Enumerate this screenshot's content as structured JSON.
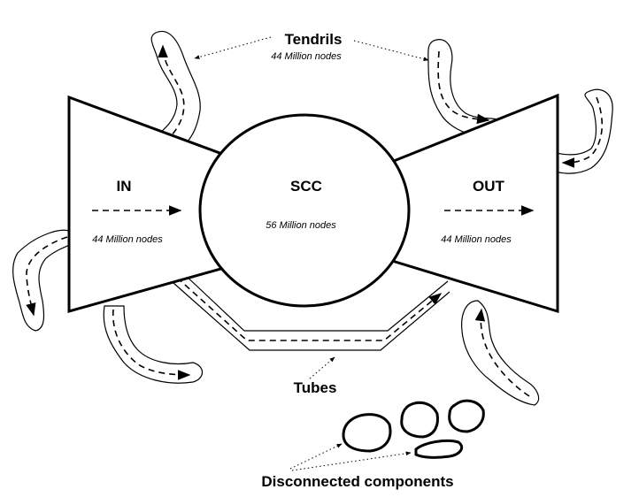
{
  "labels": {
    "in": "IN",
    "in_nodes": "44 Million nodes",
    "scc": "SCC",
    "scc_nodes": "56 Million nodes",
    "out": "OUT",
    "out_nodes": "44 Million nodes",
    "tendrils": "Tendrils",
    "tendrils_nodes": "44 Million nodes",
    "tubes": "Tubes",
    "disconnected": "Disconnected components"
  },
  "colors": {
    "stroke": "#000000",
    "background": "#ffffff"
  }
}
